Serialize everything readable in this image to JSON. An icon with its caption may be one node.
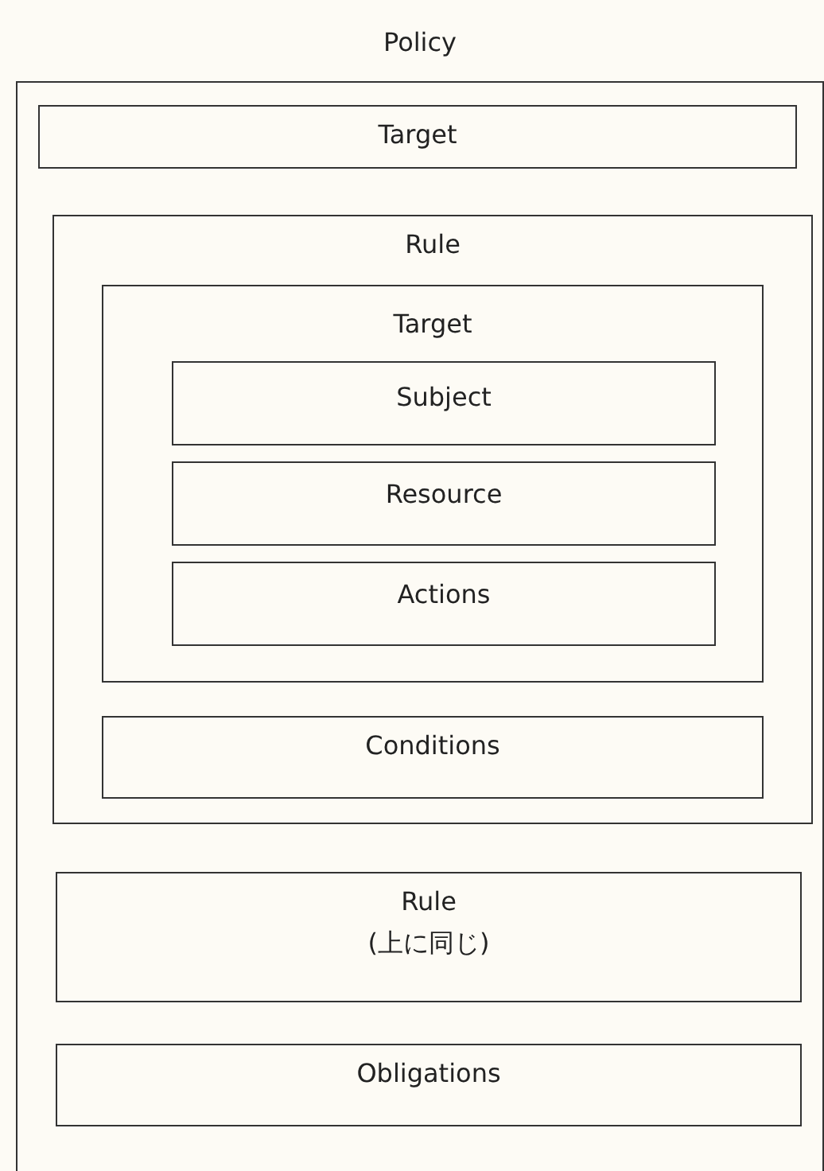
{
  "diagram": {
    "nodes": [
      {
        "text": [
          "Policy"
        ]
      },
      {
        "text": [
          "Target"
        ],
        "in": 0
      },
      {
        "text": [
          "Rule"
        ],
        "in": 0
      },
      {
        "text": [
          "Target"
        ],
        "in": 2
      },
      {
        "text": [
          "Subject"
        ],
        "in": 3
      },
      {
        "text": [
          "Resource"
        ],
        "in": 3
      },
      {
        "text": [
          "Actions"
        ],
        "in": 3
      },
      {
        "text": [
          "Conditions"
        ],
        "in": 2
      },
      {
        "text": [
          "Rule",
          "(上に同じ)"
        ],
        "in": 0
      },
      {
        "text": [
          "Obligations"
        ],
        "in": 0
      }
    ]
  }
}
